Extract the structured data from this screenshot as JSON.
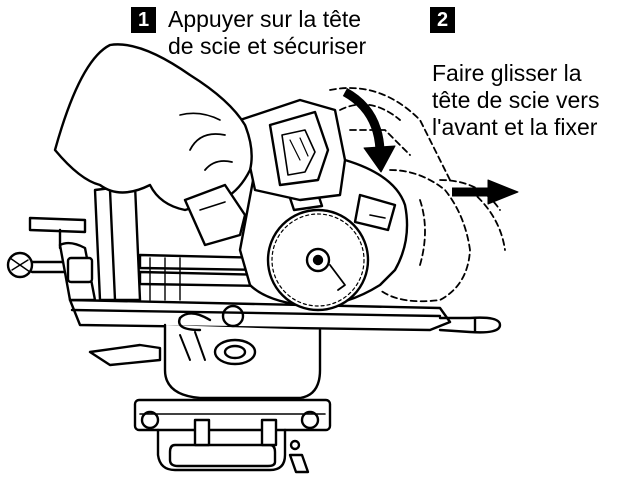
{
  "steps": [
    {
      "number": "1",
      "lines": [
        "Appuyer sur la tête",
        "de scie et sécuriser"
      ]
    },
    {
      "number": "2",
      "lines": [
        "Faire glisser la",
        "tête de scie vers",
        "l'avant et la fixer"
      ]
    }
  ]
}
